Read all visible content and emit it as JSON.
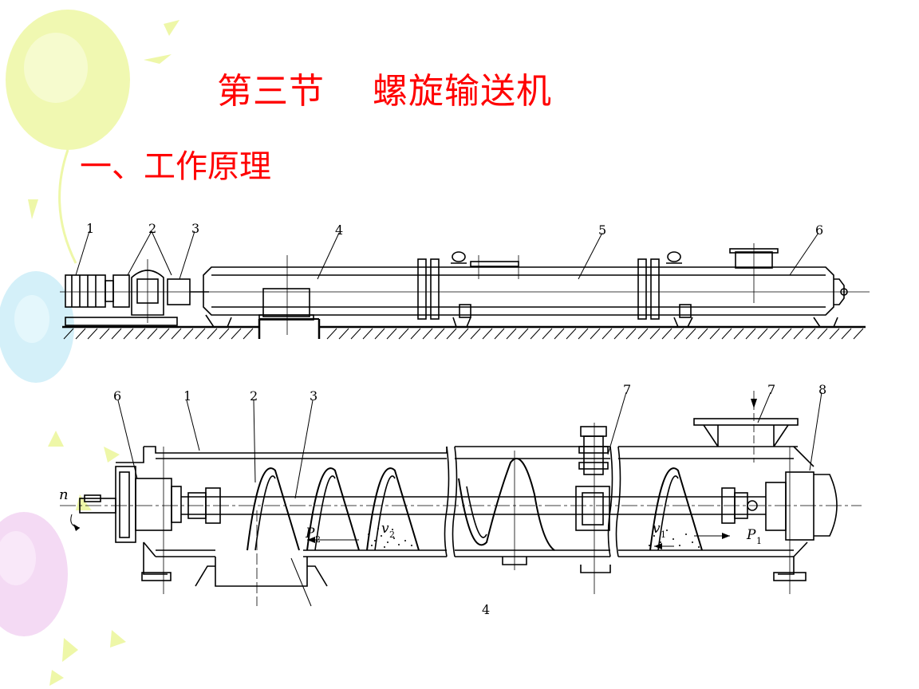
{
  "slide": {
    "title": "第三节    螺旋输送机",
    "subtitle": "一、工作原理"
  },
  "top_diagram": {
    "labels": [
      "1",
      "2",
      "3",
      "4",
      "5",
      "6"
    ]
  },
  "bottom_diagram": {
    "labels": [
      "6",
      "1",
      "2",
      "3",
      "7",
      "7",
      "8",
      "4"
    ],
    "symbols": {
      "n": "n",
      "p2": "P",
      "p2_sub": "2",
      "v2": "v",
      "v2_sub": "2",
      "v1": "v",
      "v1_sub": "1",
      "p1": "P",
      "p1_sub": "1"
    }
  },
  "colors": {
    "title": "#ff0000",
    "line": "#000000",
    "decor_yellow": "#eef7a8",
    "decor_blue": "#cfeef8",
    "decor_pink": "#f3d6f3"
  }
}
